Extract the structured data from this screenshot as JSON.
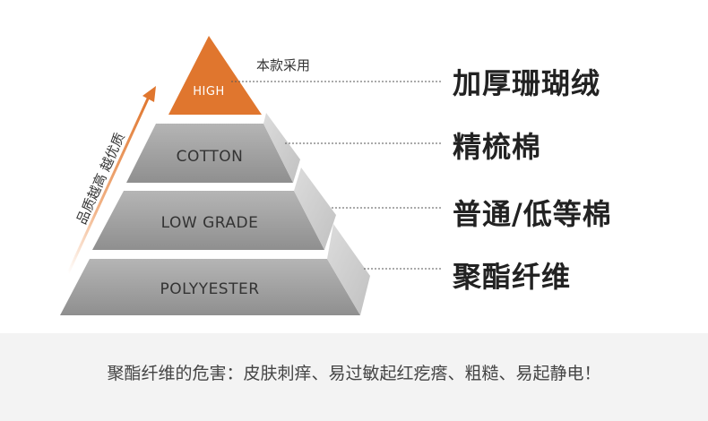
{
  "colors": {
    "accent": "#e0762e",
    "tier_front": "#9e9e9e",
    "tier_side": "#c8c8c8",
    "warning_bg": "#f3f3f3"
  },
  "pyramid": {
    "tiers": [
      {
        "label": "HIGH",
        "material": "加厚珊瑚绒"
      },
      {
        "label": "COTTON",
        "material": "精梳棉"
      },
      {
        "label": "LOW GRADE",
        "material": "普通/低等棉"
      },
      {
        "label": "POLYYESTER",
        "material": "聚酯纤维"
      }
    ],
    "tagline": "本款采用",
    "arrow_text": "品质越高 越优质"
  },
  "footer": {
    "warning": "聚酯纤维的危害：皮肤刺痒、易过敏起红疙瘩、粗糙、易起静电！"
  }
}
